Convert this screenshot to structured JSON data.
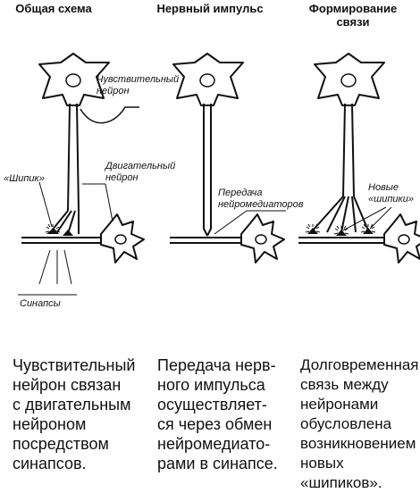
{
  "columns": [
    {
      "title": "Общая схема"
    },
    {
      "title": "Нервный импульс"
    },
    {
      "title": "Формирование\nсвязи"
    }
  ],
  "labels": {
    "sensory_neuron": "Чувствительный\nнейрон",
    "motor_neuron": "Двигательный\nнейрон",
    "spine": "«Шипик»",
    "synapses": "Синапсы",
    "neurotransmitters": "Передача\nнейромедиаторов",
    "new_spines": "Новые\n«шипики»"
  },
  "captions": [
    "Чувствительный\nнейрон связан\nс двигательным\nнейроном\nпосредством\nсинапсов.",
    "Передача нерв-\nного импульса\nосуществляет-\nся через обмен\nнейромедиато-\nрами в синапсе.",
    "Долговременная\nсвязь между\nнейронами\nобусловлена\nвозникновением\nновых «шипиков»."
  ]
}
